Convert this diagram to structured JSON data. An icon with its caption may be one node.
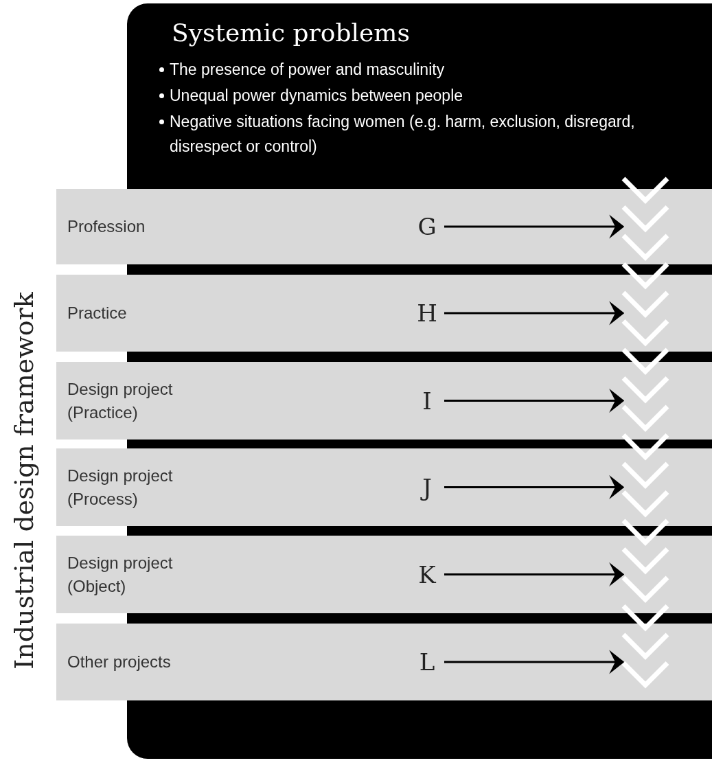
{
  "diagram": {
    "nodes": [
      {
        "text": [
          "Systemic problems",
          "The presence of power and masculinity",
          "Unequal power dynamics between people",
          "Negative situations facing women (e.g. harm, exclusion, disregard, disrespect or control)"
        ]
      },
      {
        "text": [
          "Profession"
        ]
      },
      {
        "text": [
          "G"
        ],
        "in": 1
      },
      {
        "text": [
          "Practice"
        ]
      },
      {
        "text": [
          "H"
        ],
        "in": 3
      },
      {
        "text": [
          "Design project (Practice)"
        ]
      },
      {
        "text": [
          "I"
        ],
        "in": 5
      },
      {
        "text": [
          "Design project (Process)"
        ]
      },
      {
        "text": [
          "J"
        ],
        "in": 7
      },
      {
        "text": [
          "Design project (Object)"
        ]
      },
      {
        "text": [
          "K"
        ],
        "in": 9
      },
      {
        "text": [
          "Other projects"
        ]
      },
      {
        "text": [
          "L"
        ],
        "in": 11
      },
      {
        "text": [],
        "shape": "chevron",
        "in": 0
      }
    ],
    "edges": [
      {
        "from": 2,
        "to": 13,
        "arrow": "to"
      },
      {
        "from": 4,
        "to": 13,
        "arrow": "to"
      },
      {
        "from": 6,
        "to": 13,
        "arrow": "to"
      },
      {
        "from": 8,
        "to": 13,
        "arrow": "to"
      },
      {
        "from": 10,
        "to": 13,
        "arrow": "to"
      },
      {
        "from": 12,
        "to": 13,
        "arrow": "to"
      }
    ],
    "labels": [
      "Industrial design framework"
    ]
  }
}
